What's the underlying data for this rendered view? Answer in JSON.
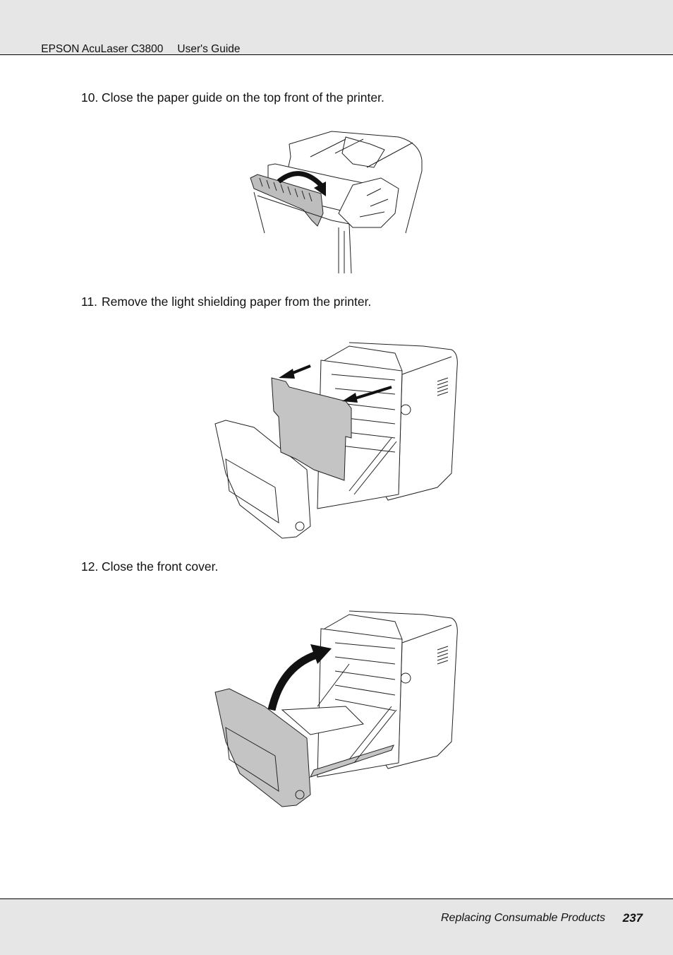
{
  "header": {
    "product": "EPSON AcuLaser C3800",
    "guide": "User's Guide"
  },
  "steps": [
    {
      "number": "10.",
      "text": "Close the paper guide on the top front of the printer.",
      "figure": "printer-top-paper-guide-closing-illustration"
    },
    {
      "number": "11.",
      "text": "Remove the light shielding paper from the printer.",
      "figure": "printer-front-open-remove-shielding-paper-illustration"
    },
    {
      "number": "12.",
      "text": "Close the front cover.",
      "figure": "printer-close-front-cover-illustration"
    }
  ],
  "footer": {
    "section": "Replacing Consumable Products",
    "page": "237"
  }
}
